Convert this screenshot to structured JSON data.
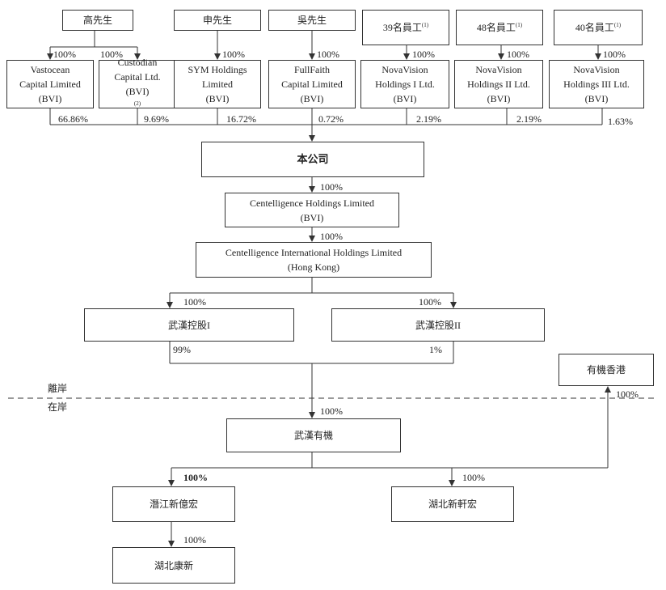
{
  "shareholders": {
    "mr_gao": "高先生",
    "mr_shen": "申先生",
    "mr_wu": "吳先生",
    "emp39": {
      "text": "39名員工",
      "note": "(1)"
    },
    "emp48": {
      "text": "48名員工",
      "note": "(1)"
    },
    "emp40": {
      "text": "40名員工",
      "note": "(1)"
    }
  },
  "holding_vehicles": {
    "vastocean": [
      "Vastocean",
      "Capital Limited",
      "(BVI)"
    ],
    "custodian": {
      "lines": [
        "Custodian",
        "Capital Ltd."
      ],
      "last": "(BVI)",
      "note": "(2)"
    },
    "sym": [
      "SYM Holdings",
      "Limited",
      "(BVI)"
    ],
    "fullfaith": [
      "FullFaith",
      "Capital Limited",
      "(BVI)"
    ],
    "nova1": [
      "NovaVision",
      "Holdings I Ltd.",
      "(BVI)"
    ],
    "nova2": [
      "NovaVision",
      "Holdings II Ltd.",
      "(BVI)"
    ],
    "nova3": [
      "NovaVision",
      "Holdings III Ltd.",
      "(BVI)"
    ]
  },
  "entities": {
    "company": "本公司",
    "cent_bvi": [
      "Centelligence Holdings Limited",
      "(BVI)"
    ],
    "cent_hk": [
      "Centelligence International Holdings Limited",
      "(Hong Kong)"
    ],
    "wuhan_holding_1": "武漢控股I",
    "wuhan_holding_2": "武漢控股II",
    "youji_hk": "有機香港",
    "wuhan_youji": "武漢有機",
    "qianjiang": "潛江新億宏",
    "hubei_xinxuan": "湖北新軒宏",
    "hubei_kangxin": "湖北康新"
  },
  "region": {
    "offshore": "離岸",
    "onshore": "在岸"
  },
  "pct": {
    "gao_vastocean": "100%",
    "gao_custodian": "100%",
    "shen_sym": "100%",
    "wu_fullfaith": "100%",
    "emp39_nova1": "100%",
    "emp48_nova2": "100%",
    "emp40_nova3": "100%",
    "vastocean": "66.86%",
    "custodian": "9.69%",
    "sym": "16.72%",
    "fullfaith": "0.72%",
    "nova1": "2.19%",
    "nova2": "2.19%",
    "nova3": "1.63%",
    "company_cent_bvi": "100%",
    "cent_bvi_hk": "100%",
    "hk_wh1": "100%",
    "hk_wh2": "100%",
    "wh1": "99%",
    "wh2": "1%",
    "to_wuhan_youji": "100%",
    "youji_hk": "100%",
    "qianjiang": "100%",
    "hubei_xinxuan": "100%",
    "kangxin": "100%"
  }
}
